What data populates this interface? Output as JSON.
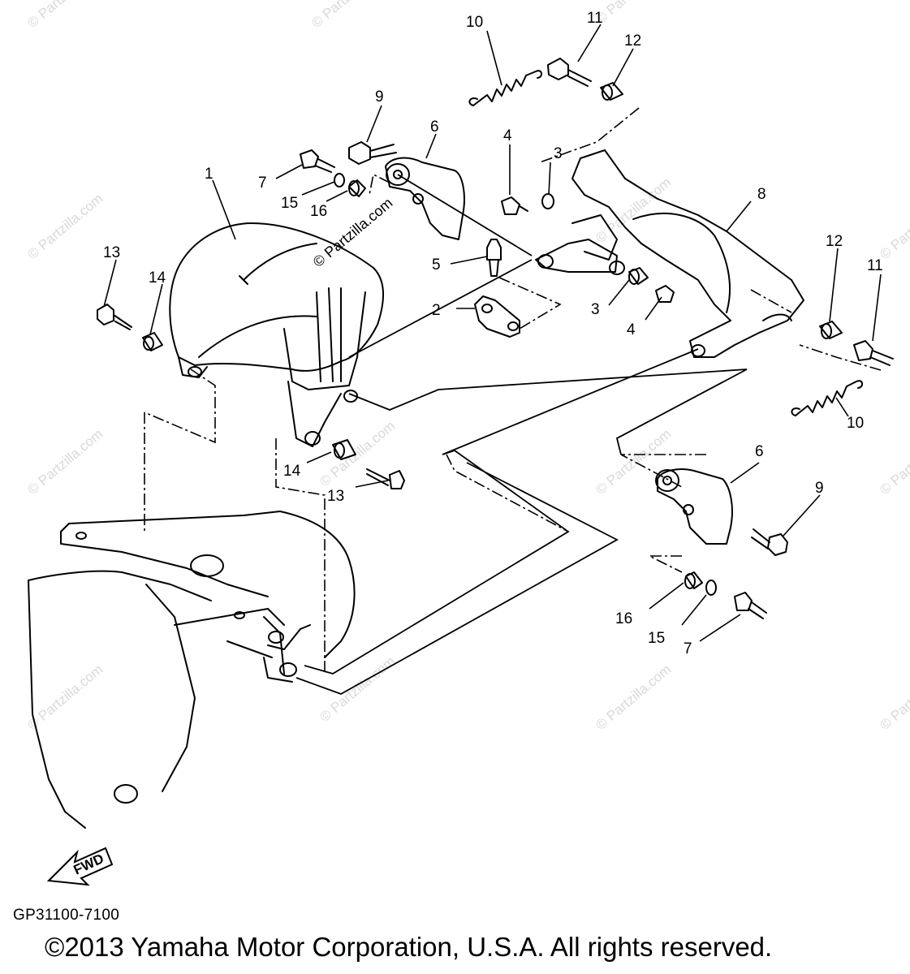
{
  "diagram": {
    "callouts": [
      {
        "label": "1"
      },
      {
        "label": "2"
      },
      {
        "label": "3"
      },
      {
        "label": "3"
      },
      {
        "label": "4"
      },
      {
        "label": "4"
      },
      {
        "label": "5"
      },
      {
        "label": "6"
      },
      {
        "label": "6"
      },
      {
        "label": "7"
      },
      {
        "label": "7"
      },
      {
        "label": "8"
      },
      {
        "label": "9"
      },
      {
        "label": "9"
      },
      {
        "label": "10"
      },
      {
        "label": "10"
      },
      {
        "label": "11"
      },
      {
        "label": "11"
      },
      {
        "label": "12"
      },
      {
        "label": "12"
      },
      {
        "label": "13"
      },
      {
        "label": "13"
      },
      {
        "label": "14"
      },
      {
        "label": "14"
      },
      {
        "label": "15"
      },
      {
        "label": "15"
      },
      {
        "label": "16"
      },
      {
        "label": "16"
      }
    ],
    "fwd_label": "FWD",
    "watermark": "© Partzilla.com",
    "inline_watermark": "© Partzilla.com"
  },
  "diagram_code": "GP31100-7100",
  "copyright": "©2013  Yamaha Motor Corporation, U.S.A. All rights reserved."
}
